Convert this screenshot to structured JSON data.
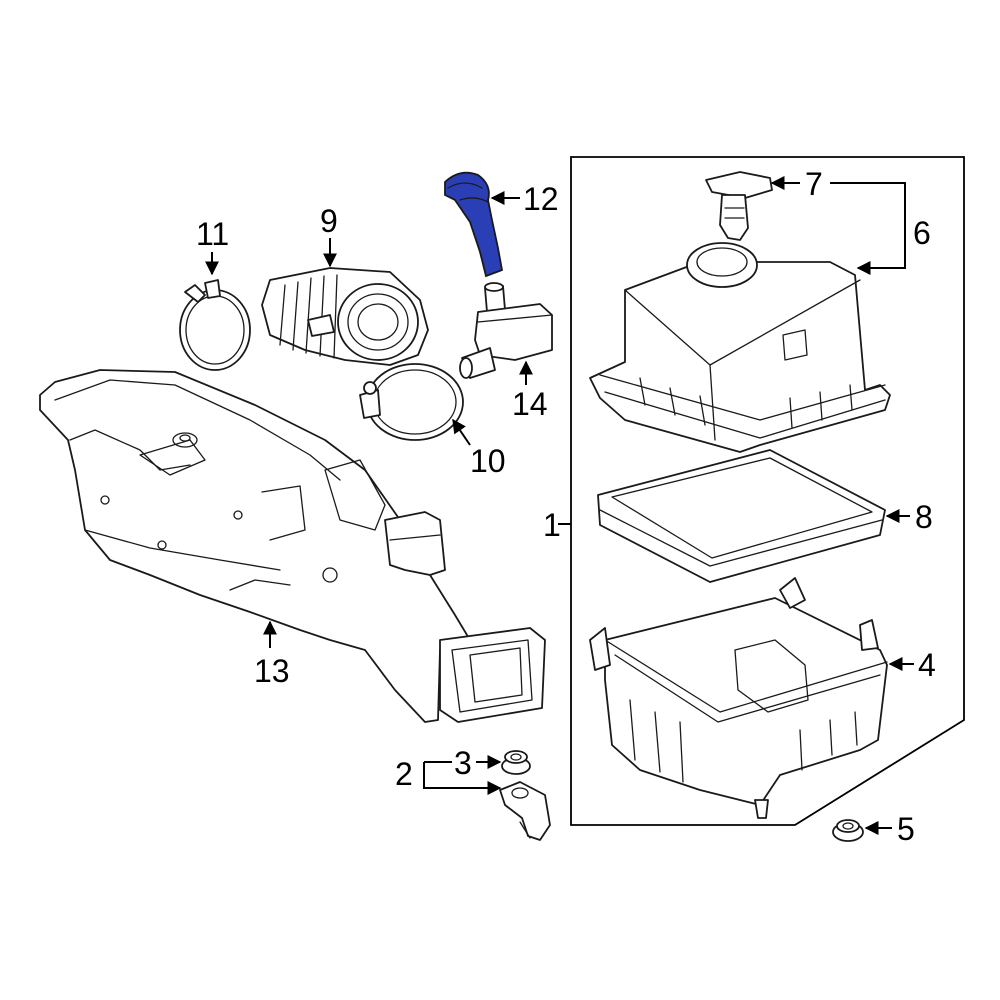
{
  "highlight_color": "#2a3fb5",
  "callouts": {
    "c1": "1",
    "c2": "2",
    "c3": "3",
    "c4": "4",
    "c5": "5",
    "c6": "6",
    "c7": "7",
    "c8": "8",
    "c9": "9",
    "c10": "10",
    "c11": "11",
    "c12": "12",
    "c13": "13",
    "c14": "14"
  },
  "highlighted_part": "12"
}
